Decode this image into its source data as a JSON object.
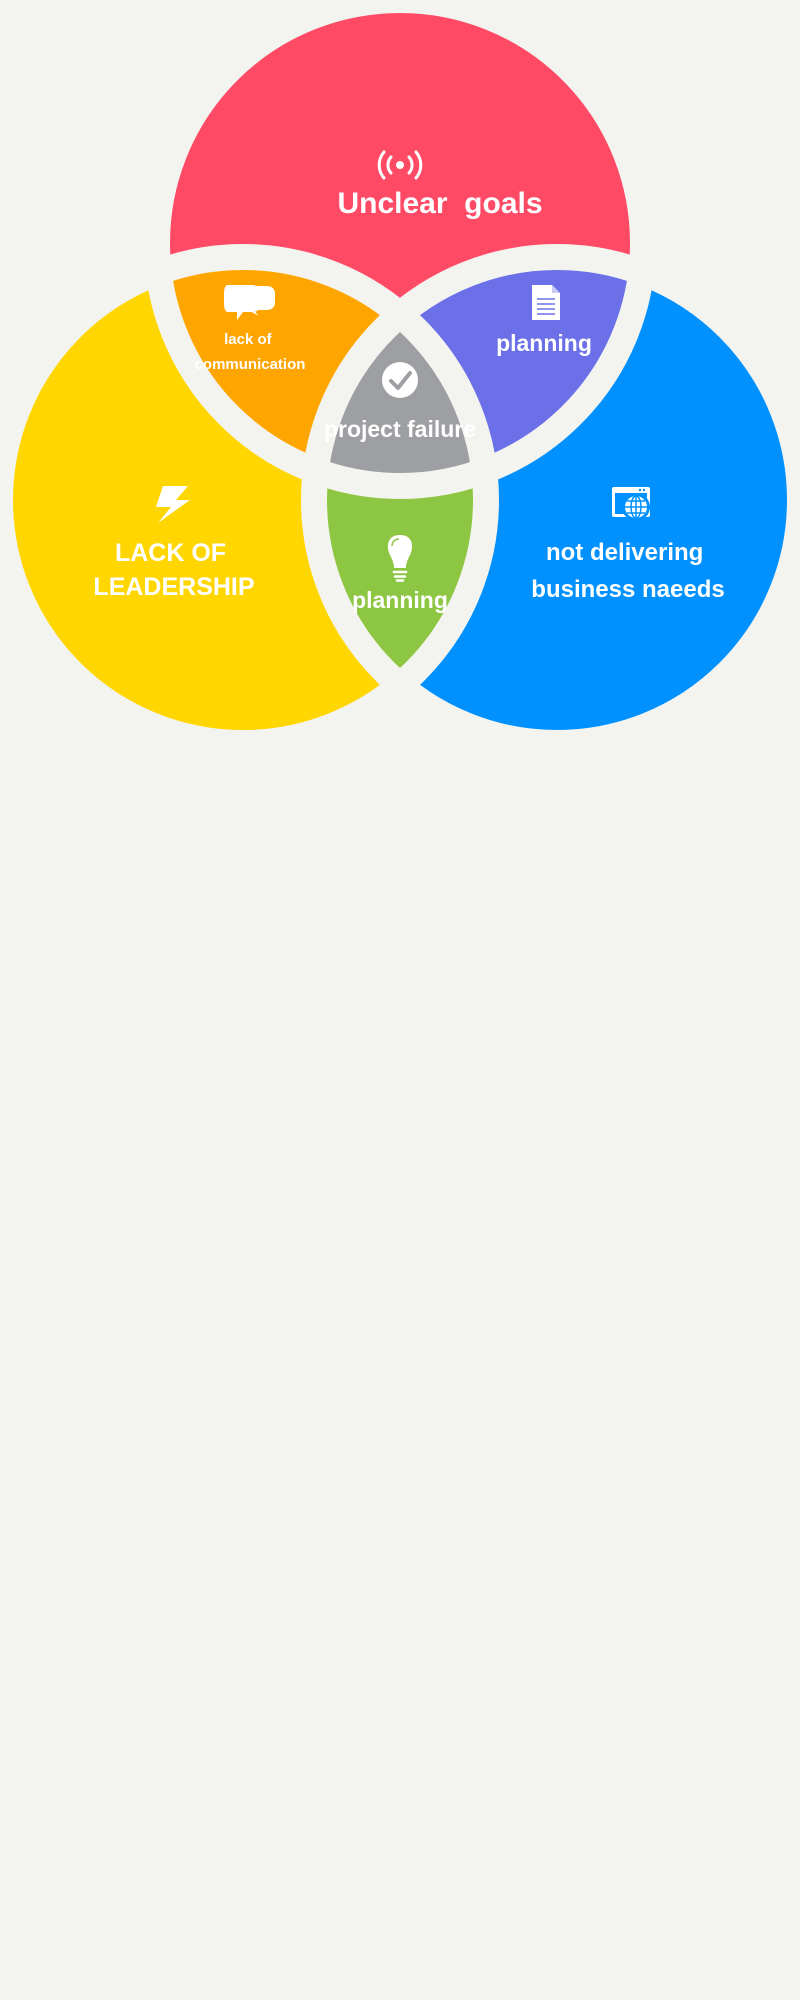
{
  "diagram": {
    "top": {
      "label": "Unclear  goals",
      "icon": "broadcast-icon",
      "color": "#FF4A66"
    },
    "left": {
      "lines": [
        "LACK OF",
        "LEADERSHIP"
      ],
      "icon": "lightning-icon",
      "color": "#FFD600"
    },
    "right": {
      "lines": [
        "not delivering",
        "business naeeds"
      ],
      "icon": "web-browser-icon",
      "color": "#0091FF"
    },
    "top_left": {
      "lines": [
        "lack of",
        "communication"
      ],
      "icon": "chat-bubbles-icon",
      "color": "#FFA500"
    },
    "top_right": {
      "label": "planning",
      "icon": "document-icon",
      "color": "#6B70E8"
    },
    "bottom": {
      "label": "planning",
      "icon": "lightbulb-icon",
      "color": "#8DC642"
    },
    "center": {
      "label": "project failure",
      "icon": "checkmark-icon",
      "color": "#9D9FA2"
    },
    "background": "#F3F4EF"
  }
}
